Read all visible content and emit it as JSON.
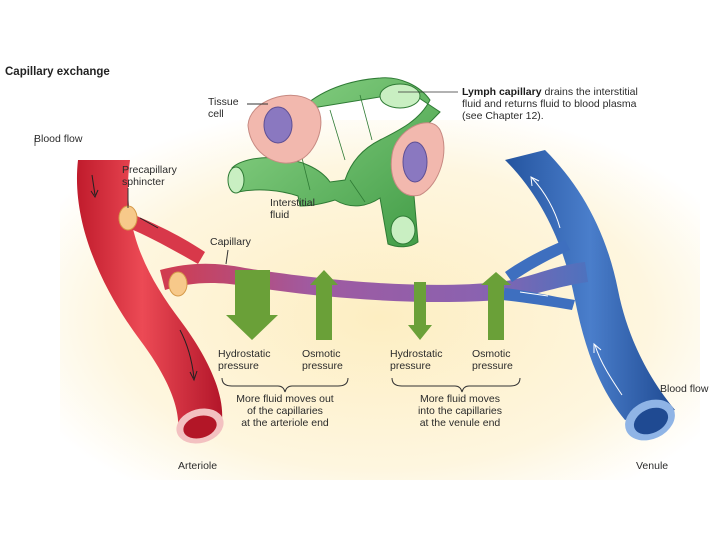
{
  "title": "Capillary exchange",
  "labels": {
    "tissue_cell": "Tissue\ncell",
    "lymph_capillary_bold": "Lymph capillary",
    "lymph_capillary_desc": " drains the interstitial\nfluid and returns fluid to blood plasma\n(see Chapter 12).",
    "blood_flow_left": "Blood flow",
    "precapillary_sphincter": "Precapillary\nsphincter",
    "interstitial_fluid": "Interstitial\nfluid",
    "capillary": "Capillary",
    "hydrostatic_left": "Hydrostatic\npressure",
    "osmotic_left": "Osmotic\npressure",
    "hydrostatic_right": "Hydrostatic\npressure",
    "osmotic_right": "Osmotic\npressure",
    "arteriole_note": "More fluid moves out\nof the capillaries\nat the arteriole end",
    "venule_note": "More fluid moves\ninto the capillaries\nat the venule end",
    "blood_flow_right": "Blood flow",
    "arteriole": "Arteriole",
    "venule": "Venule"
  },
  "colors": {
    "arteriole": "#d9283a",
    "venule": "#2f64b4",
    "capillary": "#8f5aa8",
    "lymph": "#5cb85a",
    "tissue_cell": "#f1b6ae",
    "nucleus": "#8a78c0",
    "pressure_arrow": "#6aa038",
    "background_glow": "#fdf0c8"
  },
  "pressures": {
    "arteriole_end": {
      "hydrostatic": "large",
      "osmotic": "small"
    },
    "venule_end": {
      "hydrostatic": "small",
      "osmotic": "small"
    }
  }
}
